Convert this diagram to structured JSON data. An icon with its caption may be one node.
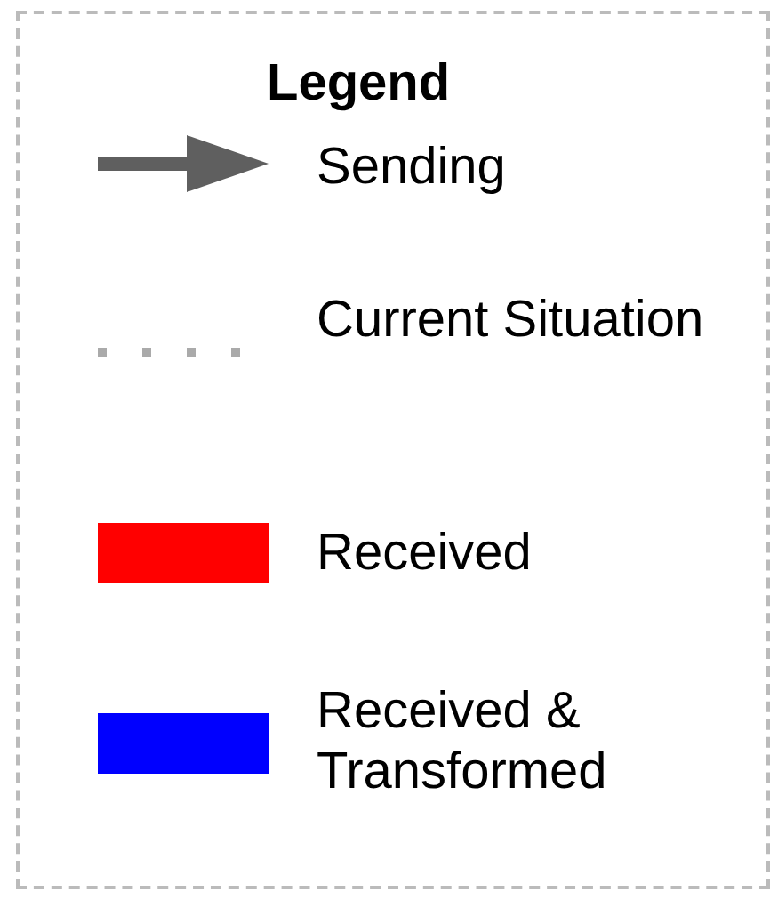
{
  "diagram": {
    "title": "Legend",
    "legend": [
      {
        "text": "Sending"
      },
      {
        "text": "Current Situation"
      },
      {
        "text": "Received",
        "color": "#ff0000"
      },
      {
        "text": "Received & Transformed",
        "color": "#0000ff"
      }
    ]
  }
}
